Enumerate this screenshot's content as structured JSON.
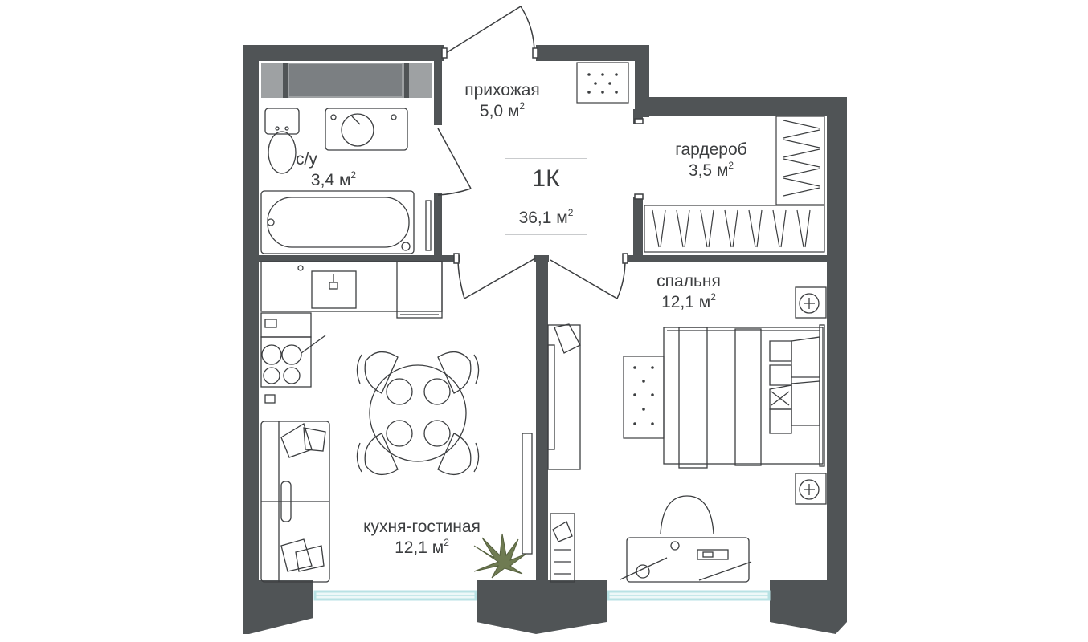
{
  "apartment": {
    "type": "1К",
    "total_area": "36,1 м",
    "area_unit_sup": "2"
  },
  "rooms": {
    "hallway": {
      "name": "прихожая",
      "area": "5,0 м",
      "sup": "2"
    },
    "bathroom": {
      "name": "с/у",
      "area": "3,4 м",
      "sup": "2"
    },
    "wardrobe": {
      "name": "гардероб",
      "area": "3,5 м",
      "sup": "2"
    },
    "bedroom": {
      "name": "спальня",
      "area": "12,1 м",
      "sup": "2"
    },
    "kitchen": {
      "name": "кухня-гостиная",
      "area": "12,1 м",
      "sup": "2"
    }
  },
  "colors": {
    "wall": "#505456",
    "fixture": "#3c3e40",
    "window": "#b9e2e4",
    "column": "#9ea1a3"
  }
}
